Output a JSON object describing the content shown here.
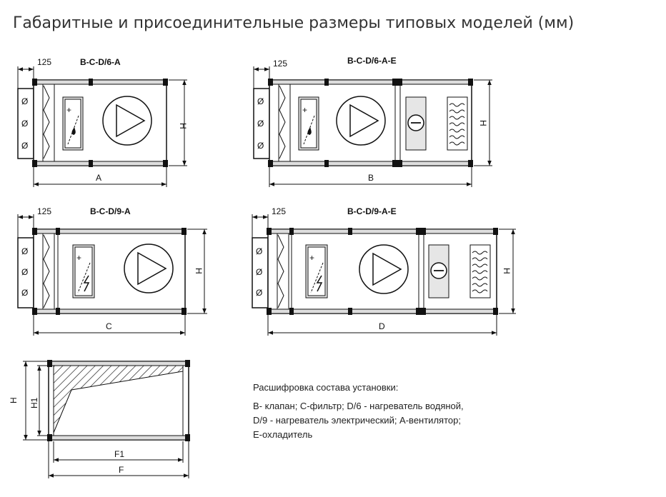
{
  "page": {
    "title": "Габаритные и присоединительные размеры типовых моделей (мм)"
  },
  "diagrams": {
    "d1": {
      "model": "B-C-D/6-A",
      "offset": "125",
      "width": "A",
      "height": "H"
    },
    "d2": {
      "model": "B-C-D/6-A-E",
      "offset": "125",
      "width": "B",
      "height": "H"
    },
    "d3": {
      "model": "B-C-D/9-A",
      "offset": "125",
      "width": "C",
      "height": "H"
    },
    "d4": {
      "model": "B-C-D/9-A-E",
      "offset": "125",
      "width": "D",
      "height": "H"
    },
    "section": {
      "height": "H",
      "height1": "H1",
      "width1": "F1",
      "width": "F"
    }
  },
  "symbols": {
    "damper": "Ø",
    "heater": "+",
    "cooler": "⊖"
  },
  "legend": {
    "heading": "Расшифровка состава установки:",
    "lines": [
      "B- клапан; C-фильтр; D/6 - нагреватель водяной,",
      "D/9 - нагреватель электрический; A-вентилятор;",
      "E-охладитель"
    ]
  }
}
